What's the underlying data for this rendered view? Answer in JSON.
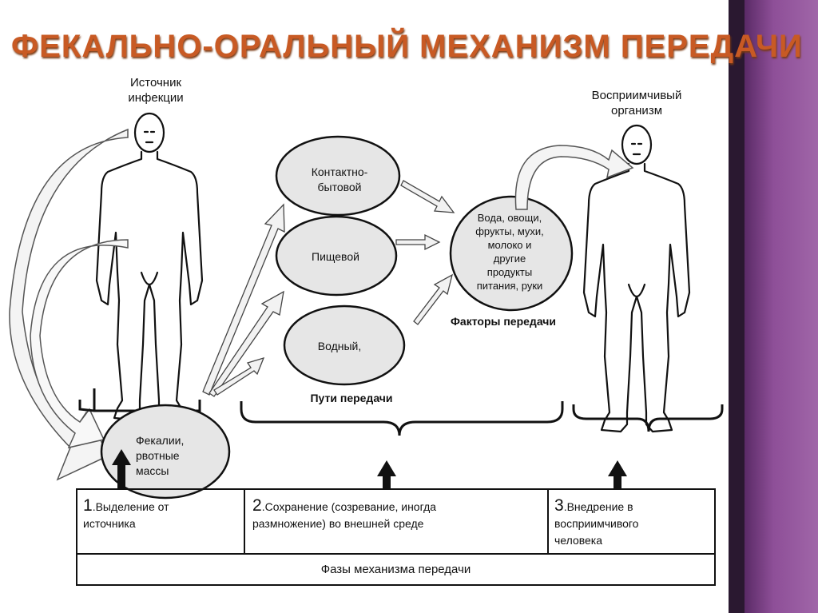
{
  "title": "ФЕКАЛЬНО-ОРАЛЬНЫЙ МЕХАНИЗМ ПЕРЕДАЧИ",
  "source_label": [
    "Источник",
    "инфекции"
  ],
  "target_label": [
    "Восприимчивый",
    "организм"
  ],
  "feces_label": [
    "Фекалии,",
    "рвотные",
    "массы"
  ],
  "routes": {
    "contact": [
      "Контактно-",
      "бытовой"
    ],
    "food": "Пищевой",
    "water": "Водный,",
    "caption": "Пути передачи"
  },
  "factors": {
    "text": [
      "Вода, овощи,",
      "фрукты, мухи,",
      "молоко и",
      "другие",
      "продукты",
      "питания, руки"
    ],
    "caption": "Факторы передачи"
  },
  "phases": [
    {
      "num": "1",
      "text": ".Выделение от",
      "text2": "источника"
    },
    {
      "num": "2",
      "text": ".Сохранение (созревание, иногда",
      "text2": "размножение) во внешней среде"
    },
    {
      "num": "3",
      "text": ".Внедрение в",
      "text2": "восприимчивого",
      "text3": "человека"
    }
  ],
  "phases_caption": "Фазы механизма передачи",
  "colors": {
    "title": "#c85a24",
    "ellipse_fill": "#e6e6e6",
    "side_bar": "#8e4f98"
  }
}
